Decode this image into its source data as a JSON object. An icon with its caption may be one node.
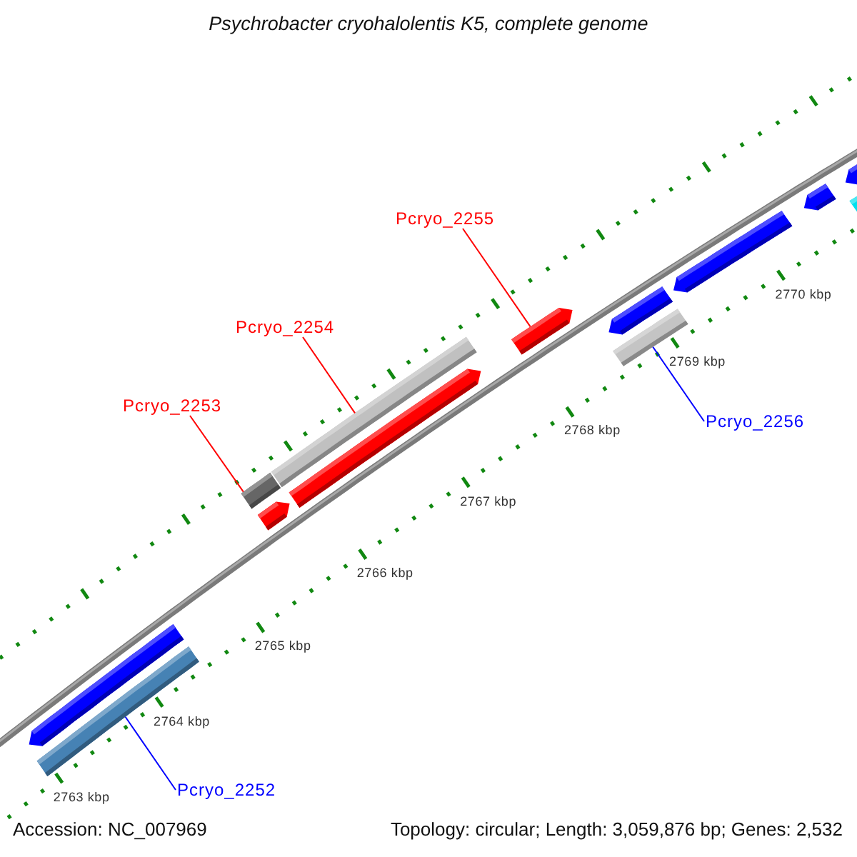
{
  "diagram": {
    "title": "Psychrobacter cryohalolentis K5, complete genome",
    "nodes": [
      {
        "text": [
          "Pcryo_2255"
        ]
      },
      {
        "text": [
          "Pcryo_2254"
        ]
      },
      {
        "text": [
          "Pcryo_2253"
        ]
      },
      {
        "text": [
          "Pcryo_2256"
        ]
      },
      {
        "text": [
          "Pcryo_2252"
        ]
      },
      {
        "text": [],
        "shape": "bar"
      },
      {
        "text": [],
        "shape": "bar"
      },
      {
        "text": [],
        "shape": "bar"
      },
      {
        "text": [],
        "shape": "bar"
      },
      {
        "text": [],
        "shape": "bar"
      }
    ],
    "edges": [
      {
        "from": 0,
        "to": 5,
        "arrow": "none"
      },
      {
        "from": 1,
        "to": 6,
        "arrow": "none"
      },
      {
        "from": 2,
        "to": 7,
        "arrow": "none"
      },
      {
        "from": 3,
        "to": 8,
        "arrow": "none",
        "color": "#0000ff"
      },
      {
        "from": 4,
        "to": 9,
        "arrow": "none",
        "color": "#0000ff"
      }
    ],
    "labels": [
      "2770 kbp",
      "2769 kbp",
      "2768 kbp",
      "2767 kbp",
      "2766 kbp",
      "2765 kbp",
      "2764 kbp",
      "2763 kbp",
      "Accession: NC_007969",
      "Topology: circular; Length: 3,059,876 bp; Genes: 2,532"
    ]
  }
}
